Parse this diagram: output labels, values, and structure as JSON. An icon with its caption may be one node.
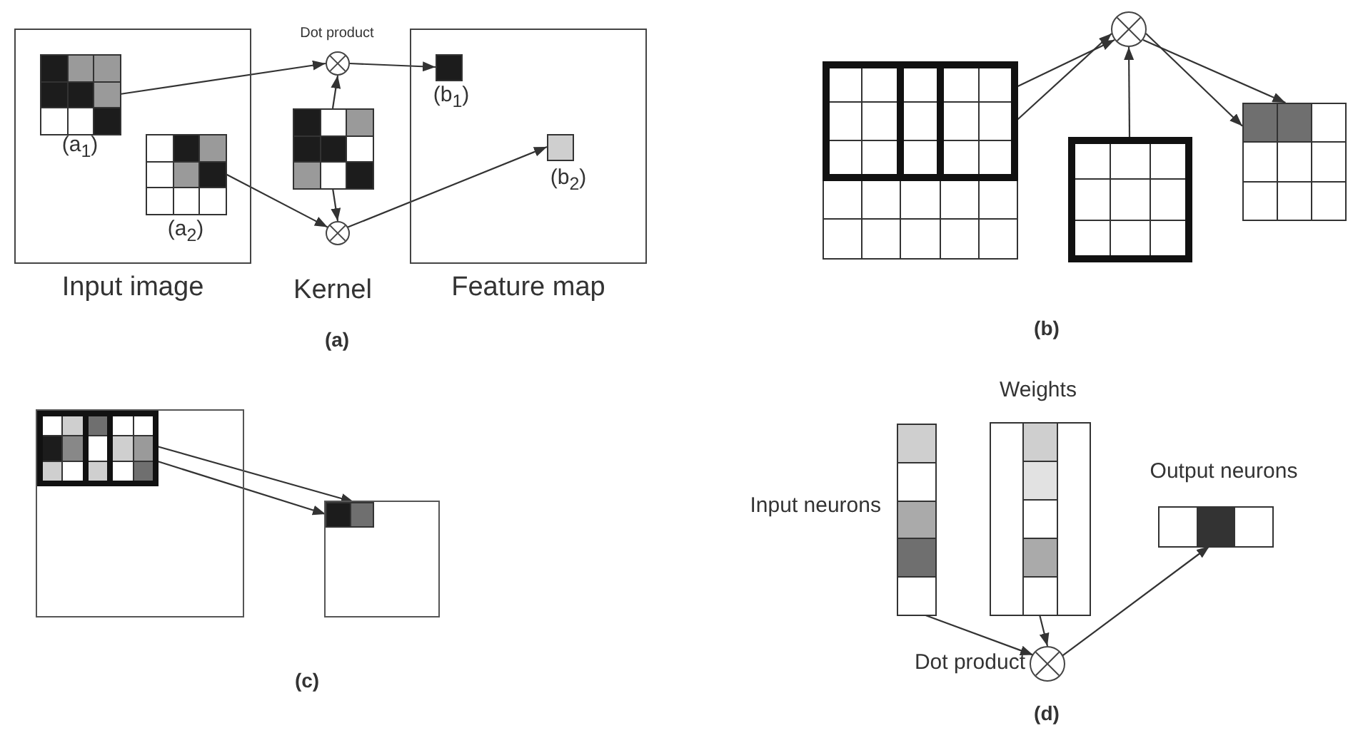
{
  "diagram": {
    "nodes": [
      {
        "text": [
          "Input image"
        ]
      },
      {
        "text": [],
        "shape": "box",
        "in": 0,
        "beside": [
          "(a$_{1}$)"
        ]
      },
      {
        "text": [],
        "shape": "box",
        "in": 0,
        "beside": [
          "(a$_{2}$)"
        ]
      },
      {
        "text": [],
        "shape": "circle",
        "beside": [
          "Dot product"
        ]
      },
      {
        "text": [],
        "shape": "box"
      },
      {
        "text": [],
        "shape": "circle"
      },
      {
        "text": [
          "Feature map"
        ]
      },
      {
        "text": [],
        "shape": "box",
        "in": 6,
        "beside": [
          "(b$_{1}$)"
        ]
      },
      {
        "text": [],
        "shape": "box",
        "in": 6,
        "beside": [
          "(b$_{2}$)"
        ]
      },
      {
        "text": [],
        "shape": "box"
      },
      {
        "text": [],
        "shape": "circle"
      },
      {
        "text": [],
        "shape": "box"
      },
      {
        "text": [],
        "shape": "box"
      },
      {
        "text": [],
        "shape": "box"
      },
      {
        "text": [],
        "shape": "box",
        "in": 13
      },
      {
        "text": [],
        "shape": "box"
      },
      {
        "text": [],
        "shape": "box",
        "in": 15
      },
      {
        "text": [],
        "shape": "box",
        "beside": [
          "Input neurons"
        ]
      },
      {
        "text": [],
        "shape": "box",
        "beside": [
          "Weights"
        ]
      },
      {
        "text": [],
        "shape": "circle",
        "beside": [
          "Dot product"
        ]
      },
      {
        "text": [],
        "shape": "box",
        "beside": [
          "Output neurons"
        ]
      }
    ],
    "edges": [
      {
        "from": 1,
        "to": 3,
        "arrow": "to"
      },
      {
        "from": 4,
        "to": 3,
        "arrow": "to"
      },
      {
        "from": 3,
        "to": 7,
        "arrow": "to"
      },
      {
        "from": 2,
        "to": 5,
        "arrow": "to"
      },
      {
        "from": 4,
        "to": 5,
        "arrow": "to"
      },
      {
        "from": 5,
        "to": 8,
        "arrow": "to"
      },
      {
        "from": 9,
        "to": 10,
        "arrow": "to"
      },
      {
        "from": 9,
        "to": 10,
        "arrow": "to"
      },
      {
        "from": 11,
        "to": 10,
        "arrow": "to"
      },
      {
        "from": 10,
        "to": 12,
        "arrow": "to"
      },
      {
        "from": 10,
        "to": 12,
        "arrow": "to"
      },
      {
        "from": 14,
        "to": 16,
        "arrow": "to"
      },
      {
        "from": 14,
        "to": 16,
        "arrow": "to"
      },
      {
        "from": 17,
        "to": 19,
        "arrow": "to"
      },
      {
        "from": 18,
        "to": 19,
        "arrow": "to"
      },
      {
        "from": 19,
        "to": 20,
        "arrow": "to"
      }
    ],
    "labels": [
      "Kernel",
      "(a)",
      "(b)",
      "(c)",
      "(d)"
    ]
  }
}
